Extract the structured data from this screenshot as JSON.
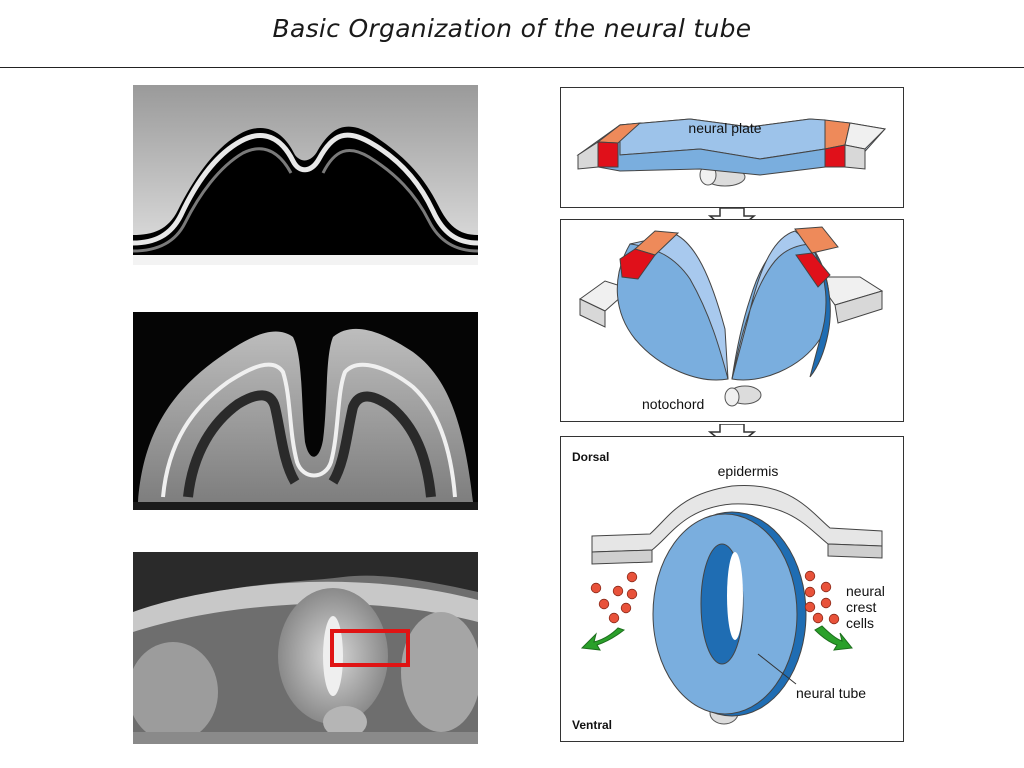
{
  "slide": {
    "title": "Basic Organization of the neural tube"
  },
  "diagram": {
    "panel1": {
      "neural_plate_label": "neural plate"
    },
    "panel2": {
      "notochord_label": "notochord"
    },
    "panel3": {
      "dorsal_label": "Dorsal",
      "ventral_label": "Ventral",
      "epidermis_label": "epidermis",
      "neural_crest_label_1": "neural",
      "neural_crest_label_2": "crest",
      "neural_crest_label_3": "cells",
      "neural_tube_label": "neural tube"
    }
  },
  "colors": {
    "neural_blue": "#7aaede",
    "neural_blue_dark": "#1f6db3",
    "crest_red": "#e0101a",
    "crest_orange": "#ee8a5a",
    "epidermis_gray": "#e2e2e2",
    "crest_cell": "#e8523a",
    "arrow_green": "#2aa02a",
    "highlight_box": "#e01414"
  }
}
